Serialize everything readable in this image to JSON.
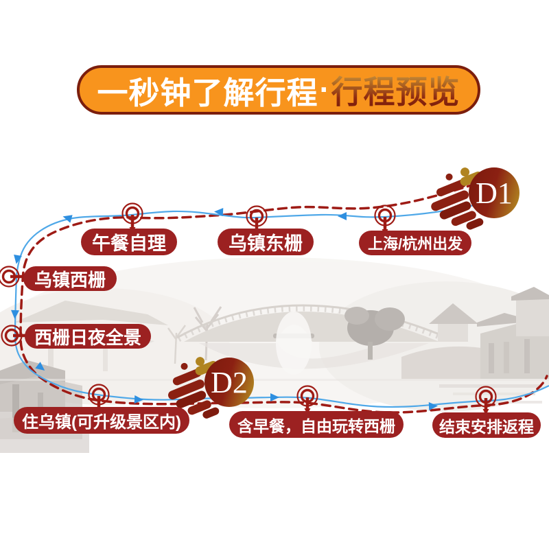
{
  "header": {
    "title_main": "一秒钟了解行程",
    "separator": "·",
    "title_accent": "行程预览"
  },
  "badges": {
    "d1": "D1",
    "d2": "D2"
  },
  "stops": {
    "depart": "上海/杭州出发",
    "dongzha": "乌镇东栅",
    "lunch": "午餐自理",
    "xizha": "乌镇西栅",
    "xizha_view": "西栅日夜全景",
    "stay": "住乌镇(可升级景区内)",
    "breakfast": "含早餐，自由玩转西栅",
    "return_trip": "结束安排返程"
  },
  "icons": {
    "marker": "map-pin-icon",
    "arrow": "route-direction-arrow-icon",
    "comet": "comet-trail-icon"
  },
  "colors": {
    "banner_orange": "#F8941D",
    "banner_border": "#7B1E0D",
    "pill_red": "#9C2121",
    "route_blue": "#4FA8E8",
    "arrow_blue": "#2E8FE0",
    "route_red_dashed": "#9E1B15",
    "badge_maroon": "#7E1B0E",
    "badge_gold": "#B08420",
    "accent_text_gold": "#C89B4B"
  }
}
